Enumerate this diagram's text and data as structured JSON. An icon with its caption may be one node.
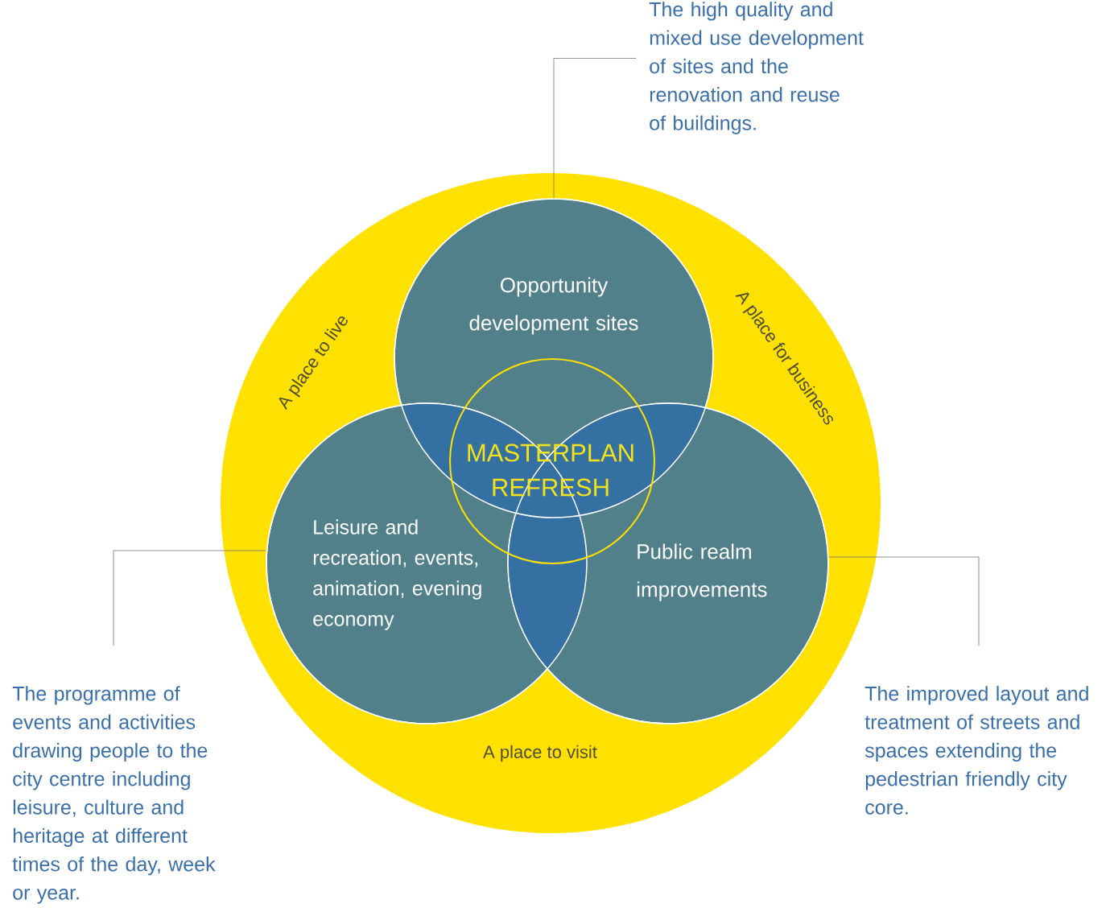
{
  "diagram": {
    "nodes": [
      {
        "text": [
          "A place to live",
          "A place for business",
          "A place to visit"
        ]
      },
      {
        "text": [
          "Opportunity development sites"
        ],
        "in": 0
      },
      {
        "text": [
          "Leisure and recreation, events, animation, evening economy"
        ],
        "in": 0
      },
      {
        "text": [
          "Public realm improvements"
        ],
        "in": 0
      },
      {
        "text": [
          "MASTERPLAN REFRESH"
        ],
        "in": 0
      },
      {
        "text": [
          "The high quality and mixed use development of sites and the renovation and reuse of buildings."
        ]
      },
      {
        "text": [
          "The programme of events and activities drawing people to the city centre including leisure, culture and heritage at different times of the day, week or year."
        ]
      },
      {
        "text": [
          "The improved layout and treatment of streets and spaces extending the pedestrian friendly city core."
        ]
      }
    ],
    "edges": [
      {
        "from": 5,
        "to": 1,
        "arrow": "none"
      },
      {
        "from": 6,
        "to": 2,
        "arrow": "none"
      },
      {
        "from": 7,
        "to": 3,
        "arrow": "none"
      }
    ]
  }
}
